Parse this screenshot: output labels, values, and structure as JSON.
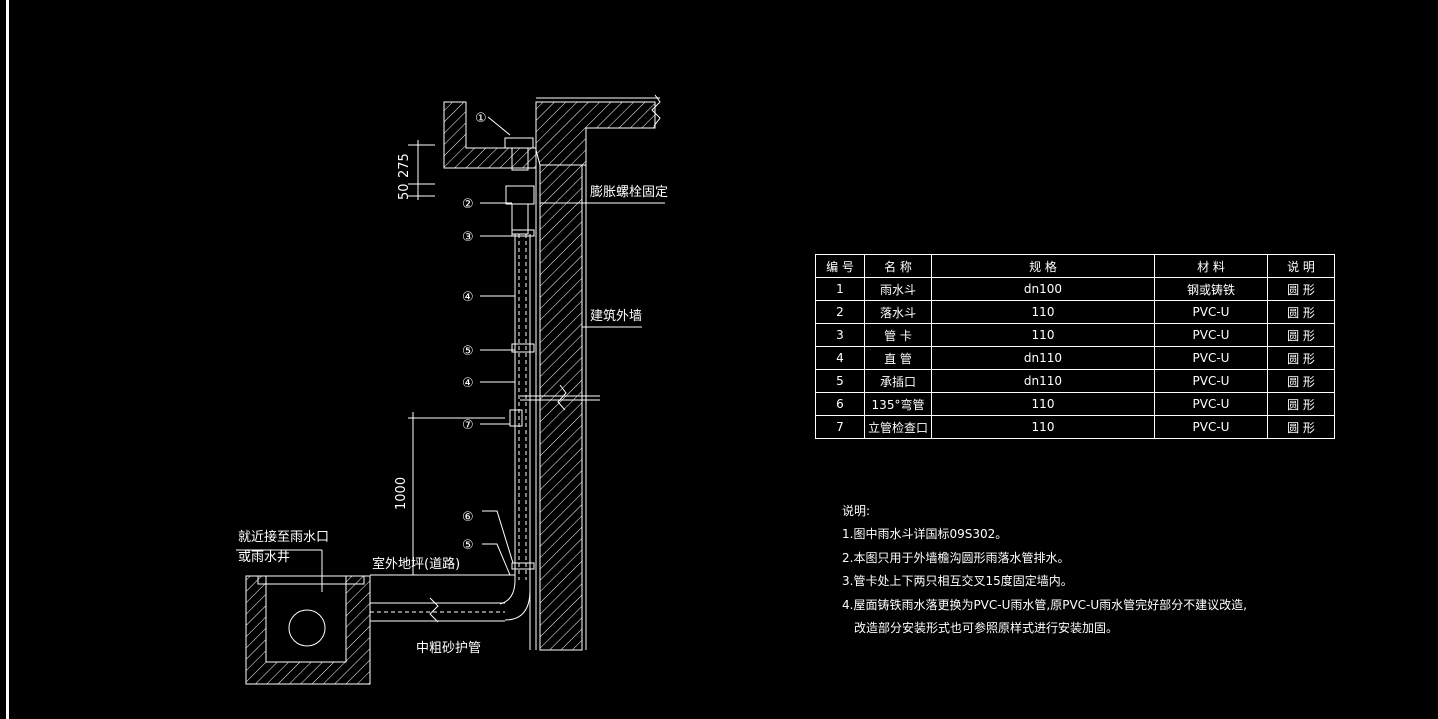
{
  "callouts": {
    "n1": "①",
    "n2": "②",
    "n3": "③",
    "n4a": "④",
    "n5a": "⑤",
    "n4b": "④",
    "n7": "⑦",
    "n6": "⑥",
    "n5b": "⑤"
  },
  "labels": {
    "anchor_bolt": "膨胀螺栓固定",
    "outer_wall": "建筑外墙",
    "outdoor_ground": "室外地坪(道路)",
    "sand_sleeve": "中粗砂护管",
    "connect_line1": "就近接至雨水口",
    "connect_line2": "或雨水井"
  },
  "dims": {
    "d50": "50",
    "d275": "275",
    "d1000": "1000"
  },
  "table": {
    "headers": [
      "编 号",
      "名 称",
      "规 格",
      "材 料",
      "说 明"
    ],
    "rows": [
      [
        "1",
        "雨水斗",
        "dn100",
        "钢或铸铁",
        "圆 形"
      ],
      [
        "2",
        "落水斗",
        "110",
        "PVC-U",
        "圆 形"
      ],
      [
        "3",
        "管 卡",
        "110",
        "PVC-U",
        "圆 形"
      ],
      [
        "4",
        "直 管",
        "dn110",
        "PVC-U",
        "圆 形"
      ],
      [
        "5",
        "承插口",
        "dn110",
        "PVC-U",
        "圆 形"
      ],
      [
        "6",
        "135°弯管",
        "110",
        "PVC-U",
        "圆 形"
      ],
      [
        "7",
        "立管检查口",
        "110",
        "PVC-U",
        "圆 形"
      ]
    ]
  },
  "notes": {
    "title": "说明:",
    "lines": [
      "1.图中雨水斗详国标09S302。",
      "2.本图只用于外墙檐沟圆形雨落水管排水。",
      "3.管卡处上下两只相互交叉15度固定墙内。",
      "4.屋面铸铁雨水落更换为PVC-U雨水管,原PVC-U雨水管完好部分不建议改造,",
      "  改造部分安装形式也可参照原样式进行安装加固。"
    ]
  }
}
